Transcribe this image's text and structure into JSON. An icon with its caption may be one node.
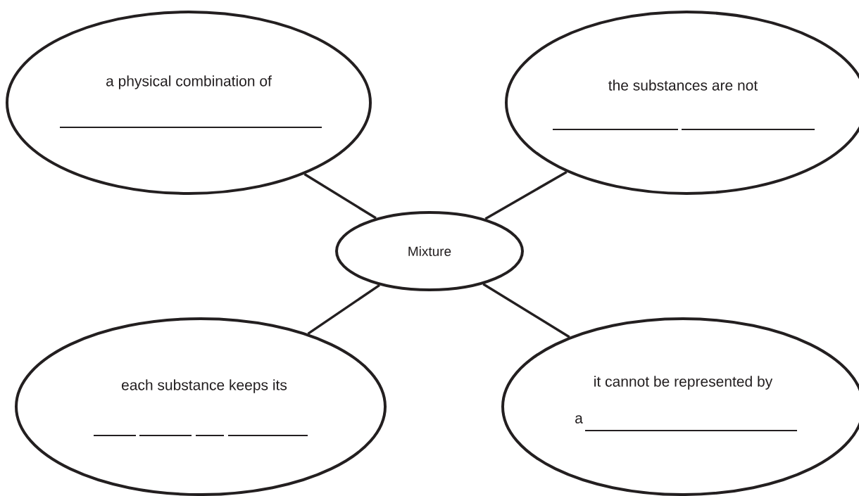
{
  "diagram": {
    "nodes": [
      {
        "text": [
          "a physical combination of"
        ]
      },
      {
        "text": [
          "the substances are not"
        ]
      },
      {
        "text": [
          "each substance keeps its"
        ]
      },
      {
        "text": [
          "it cannot be represented by",
          "a"
        ]
      },
      {
        "text": [
          "Mixture"
        ]
      }
    ],
    "edges": [
      {
        "from": 4,
        "to": 0,
        "arrow": "none"
      },
      {
        "from": 4,
        "to": 1,
        "arrow": "none"
      },
      {
        "from": 4,
        "to": 2,
        "arrow": "none"
      },
      {
        "from": 4,
        "to": 3,
        "arrow": "none"
      }
    ]
  }
}
